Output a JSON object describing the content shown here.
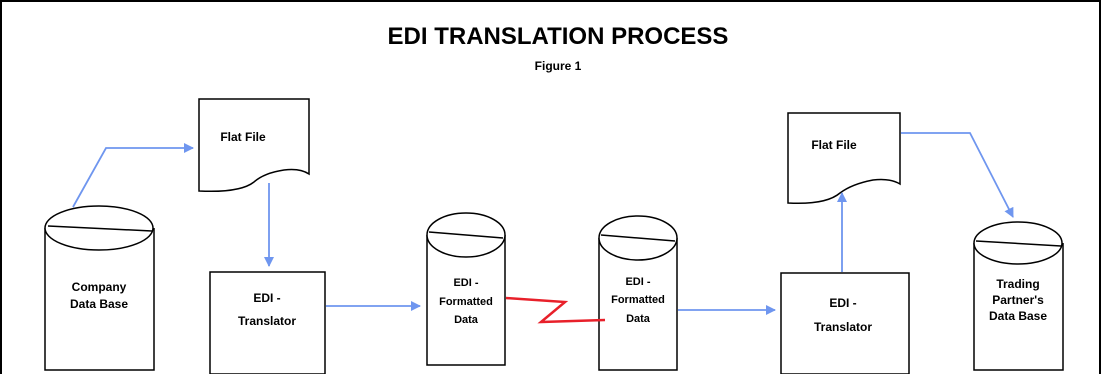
{
  "diagram": {
    "title": "EDI TRANSLATION PROCESS",
    "subtitle": "Figure 1",
    "nodes": {
      "company_db": {
        "lines": [
          "Company",
          "Data Base"
        ]
      },
      "flat_file_1": {
        "label": "Flat File"
      },
      "translator_1": {
        "lines": [
          "EDI -",
          "Translator"
        ]
      },
      "formatted_1": {
        "lines": [
          "EDI -",
          "Formatted",
          "Data"
        ]
      },
      "formatted_2": {
        "lines": [
          "EDI -",
          "Formatted",
          "Data"
        ]
      },
      "translator_2": {
        "lines": [
          "EDI -",
          "Translator"
        ]
      },
      "flat_file_2": {
        "label": "Flat File"
      },
      "partner_db": {
        "lines": [
          "Trading",
          "Partner's",
          "Data Base"
        ]
      }
    },
    "colors": {
      "arrow": "#6f96ef",
      "link": "#e8202a",
      "stroke": "#000000"
    }
  }
}
